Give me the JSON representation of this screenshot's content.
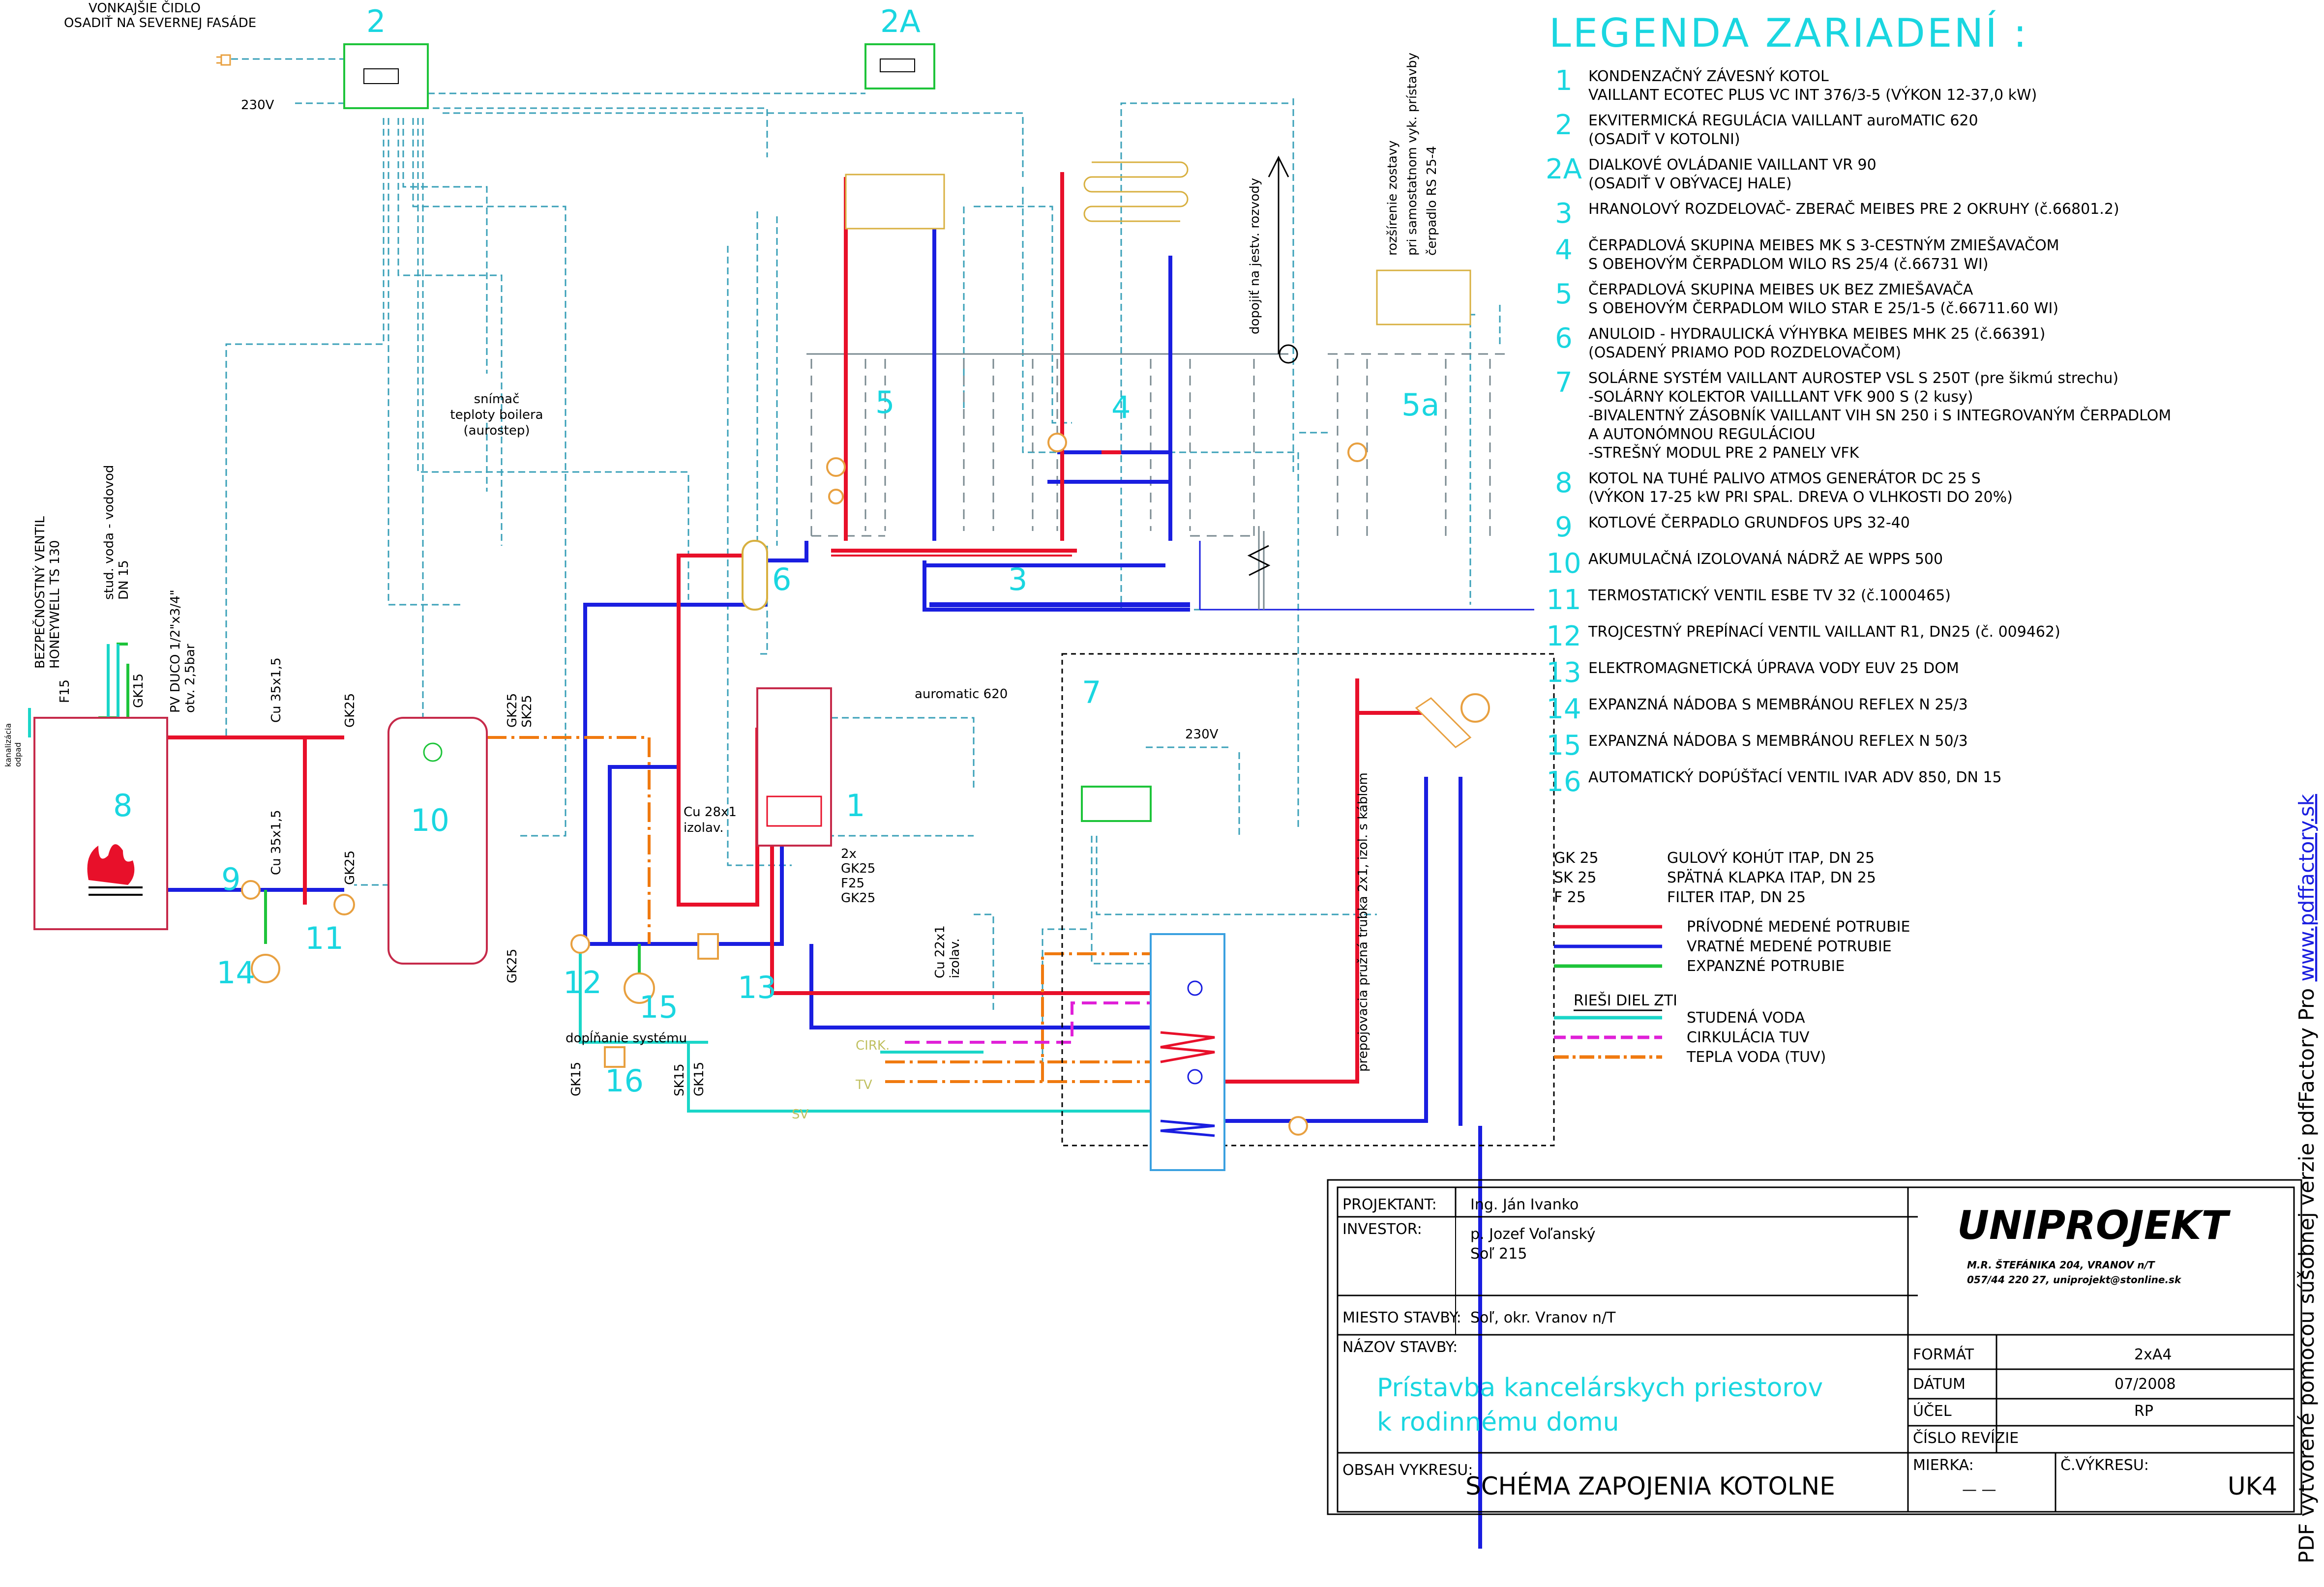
{
  "labels": {
    "outdoor_sensor": [
      "VONKAJŠIE ČIDLO",
      "OSADIŤ NA SEVERNEJ FASÁDE"
    ],
    "voltage_1": "230V",
    "voltage_2": "230V",
    "sensor": [
      "snímač",
      "teploty boilera",
      "(aurostep)"
    ],
    "auromatic": "auromatic 620",
    "feed_note": "dopojiť na jestv. rozvody",
    "expansion_note": [
      "rozšírenie zostavy",
      "pri samostatnom vyk. prístavby",
      "čerpadlo RS 25-4"
    ],
    "safety_valve": [
      "BEZPEČNOSTNÝ VENTIL",
      "HONEYWELL TS 130"
    ],
    "cold_water": [
      "stud. voda - vodovod",
      "DN 15"
    ],
    "pv": [
      "PV DUCO 1/2\"x3/4\"",
      "otv. 2,5bar"
    ],
    "drain": [
      "kanalizácia",
      "odpad"
    ],
    "cu35_a": "Cu 35x1,5",
    "cu35_b": "Cu 35x1,5",
    "cu28": [
      "Cu 28x1",
      "izolav."
    ],
    "cu22": [
      "Cu 22x1",
      "izolav."
    ],
    "gk25": "GK25",
    "sk25": "SK25",
    "gk15": "GK15",
    "sk15": "SK15",
    "f15": "F15",
    "boiler_fittings": [
      "2x",
      "GK25",
      "F25",
      "GK25"
    ],
    "refill": "dopĺňanie systému",
    "flex_pipe": "prepojovacia pružná trubka 2x1, izol. s káblom",
    "sv": "SV",
    "tv": "TV",
    "cirk": "CIRK."
  },
  "numbers": {
    "n1": "1",
    "n2": "2",
    "n2a": "2A",
    "n3": "3",
    "n4": "4",
    "n5": "5",
    "n5a": "5a",
    "n6": "6",
    "n7": "7",
    "n8": "8",
    "n9": "9",
    "n10": "10",
    "n11": "11",
    "n12": "12",
    "n13": "13",
    "n14": "14",
    "n15": "15",
    "n16": "16"
  },
  "legend": {
    "title": "LEGENDA ZARIADENÍ :",
    "items": [
      {
        "num": "1",
        "lines": [
          "KONDENZAČNÝ ZÁVESNÝ KOTOL",
          "VAILLANT ECOTEC PLUS VC INT 376/3-5 (VÝKON 12-37,0 kW)"
        ]
      },
      {
        "num": "2",
        "lines": [
          "EKVITERMICKÁ REGULÁCIA VAILLANT auroMATIC 620",
          "(OSADIŤ V KOTOLNI)"
        ]
      },
      {
        "num": "2A",
        "lines": [
          "DIALKOVÉ OVLÁDANIE VAILLANT VR 90",
          "(OSADIŤ V OBÝVACEJ HALE)"
        ]
      },
      {
        "num": "3",
        "lines": [
          "HRANOLOVÝ ROZDELOVAČ- ZBERAČ MEIBES PRE 2 OKRUHY (č.66801.2)"
        ]
      },
      {
        "num": "4",
        "lines": [
          "ČERPADLOVÁ SKUPINA MEIBES MK S 3-CESTNÝM ZMIEŠAVAČOM",
          "S OBEHOVÝM ČERPADLOM WILO RS 25/4 (č.66731 WI)"
        ]
      },
      {
        "num": "5",
        "lines": [
          "ČERPADLOVÁ SKUPINA MEIBES UK BEZ ZMIEŠAVAČA",
          "S OBEHOVÝM ČERPADLOM WILO STAR E 25/1-5 (č.66711.60 WI)"
        ]
      },
      {
        "num": "6",
        "lines": [
          "ANULOID - HYDRAULICKÁ VÝHYBKA MEIBES MHK 25 (č.66391)",
          "(OSADENÝ PRIAMO POD ROZDELOVAČOM)"
        ]
      },
      {
        "num": "7",
        "lines": [
          "SOLÁRNE SYSTÉM VAILLANT AUROSTEP VSL S 250T (pre šikmú strechu)",
          "-SOLÁRNY KOLEKTOR VAILLLANT VFK 900 S (2 kusy)",
          "-BIVALENTNÝ ZÁSOBNÍK VAILLANT VIH SN 250 i S INTEGROVANÝM ČERPADLOM",
          "A AUTONÓMNOU REGULÁCIOU",
          "-STREŠNÝ MODUL PRE 2 PANELY VFK"
        ]
      },
      {
        "num": "8",
        "lines": [
          "KOTOL NA TUHÉ PALIVO ATMOS GENERÁTOR DC 25 S",
          "(VÝKON 17-25 kW PRI SPAL. DREVA O VLHKOSTI DO 20%)"
        ]
      },
      {
        "num": "9",
        "lines": [
          "KOTLOVÉ ČERPADLO GRUNDFOS UPS 32-40"
        ]
      },
      {
        "num": "10",
        "lines": [
          "AKUMULAČNÁ IZOLOVANÁ NÁDRŽ AE WPPS 500"
        ]
      },
      {
        "num": "11",
        "lines": [
          "TERMOSTATICKÝ VENTIL ESBE TV 32 (č.1000465)"
        ]
      },
      {
        "num": "12",
        "lines": [
          "TROJCESTNÝ PREPÍNACÍ VENTIL VAILLANT R1, DN25 (č. 009462)"
        ]
      },
      {
        "num": "13",
        "lines": [
          "ELEKTROMAGNETICKÁ ÚPRAVA VODY EUV 25 DOM"
        ]
      },
      {
        "num": "14",
        "lines": [
          "EXPANZNÁ NÁDOBA S MEMBRÁNOU REFLEX N 25/3"
        ]
      },
      {
        "num": "15",
        "lines": [
          "EXPANZNÁ NÁDOBA S MEMBRÁNOU REFLEX N 50/3"
        ]
      },
      {
        "num": "16",
        "lines": [
          "AUTOMATICKÝ DOPÚŠŤACÍ VENTIL IVAR ADV 850, DN 15"
        ]
      }
    ],
    "abbrev": [
      {
        "code": "GK 25",
        "text": "GULOVÝ KOHÚT ITAP, DN 25"
      },
      {
        "code": "SK 25",
        "text": "SPÄTNÁ KLAPKA ITAP, DN 25"
      },
      {
        "code": "F 25",
        "text": "FILTER ITAP, DN 25"
      }
    ],
    "pipes": [
      {
        "text": "PRÍVODNÉ MEDENÉ POTRUBIE",
        "color": "#e8102a",
        "style": "solid"
      },
      {
        "text": "VRATNÉ MEDENÉ POTRUBIE",
        "color": "#1a1ee0",
        "style": "solid"
      },
      {
        "text": "EXPANZNÉ POTRUBIE",
        "color": "#1ec43a",
        "style": "solid"
      }
    ],
    "zti_title": "RIEŠI DIEL ZTI",
    "zti": [
      {
        "text": "STUDENÁ VODA",
        "color": "#1ad6c8",
        "style": "solid"
      },
      {
        "text": "CIRKULÁCIA TUV",
        "color": "#e020d8",
        "style": "dash"
      },
      {
        "text": "TEPLA VODA (TUV)",
        "color": "#f07a10",
        "style": "dashdot"
      }
    ]
  },
  "title_block": {
    "projektant_label": "PROJEKTANT:",
    "projektant": "Ing. Ján Ivanko",
    "investor_label": "INVESTOR:",
    "investor": [
      "p. Jozef Voľanský",
      "Soľ 215"
    ],
    "miesto_label": "MIESTO STAVBY:",
    "miesto": "Soľ, okr. Vranov n/T",
    "nazov_label": "NÁZOV STAVBY:",
    "nazov": [
      "Prístavba kancelárskych priestorov",
      "k rodinnému domu"
    ],
    "obsah_label": "OBSAH VYKRESU:",
    "obsah": "SCHÉMA ZAPOJENIA KOTOLNE",
    "company": "UNIPROJEKT",
    "company_addr": [
      "M.R. ŠTEFÁNIKA 204, VRANOV n/T",
      "057/44 220 27, uniprojekt@stonline.sk"
    ],
    "format_label": "FORMÁT",
    "format": "2xA4",
    "datum_label": "DÁTUM",
    "datum": "07/2008",
    "ucel_label": "ÚČEL",
    "ucel": "RP",
    "revizia_label": "ČÍSLO REVÍZIE",
    "mierka_label": "MIERKA:",
    "mierka": "— —",
    "cislo_label": "Č.VÝKRESU:",
    "cislo": "UK4"
  },
  "watermark": {
    "prefix": "PDF vytvorené pomocou súšobnej verzie pdfFactory Pro ",
    "link": "www.pdffactory.sk"
  }
}
